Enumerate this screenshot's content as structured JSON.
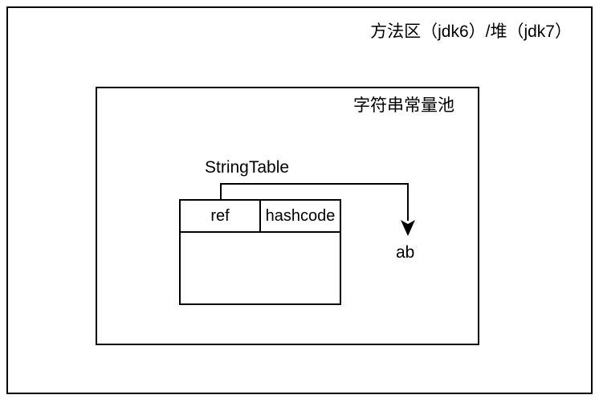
{
  "method_area": {
    "title": "方法区（jdk6）/堆（jdk7）"
  },
  "string_pool": {
    "title": "字符串常量池"
  },
  "string_table": {
    "title": "StringTable",
    "columns": [
      "ref",
      "hashcode"
    ]
  },
  "target": {
    "label": "ab"
  }
}
